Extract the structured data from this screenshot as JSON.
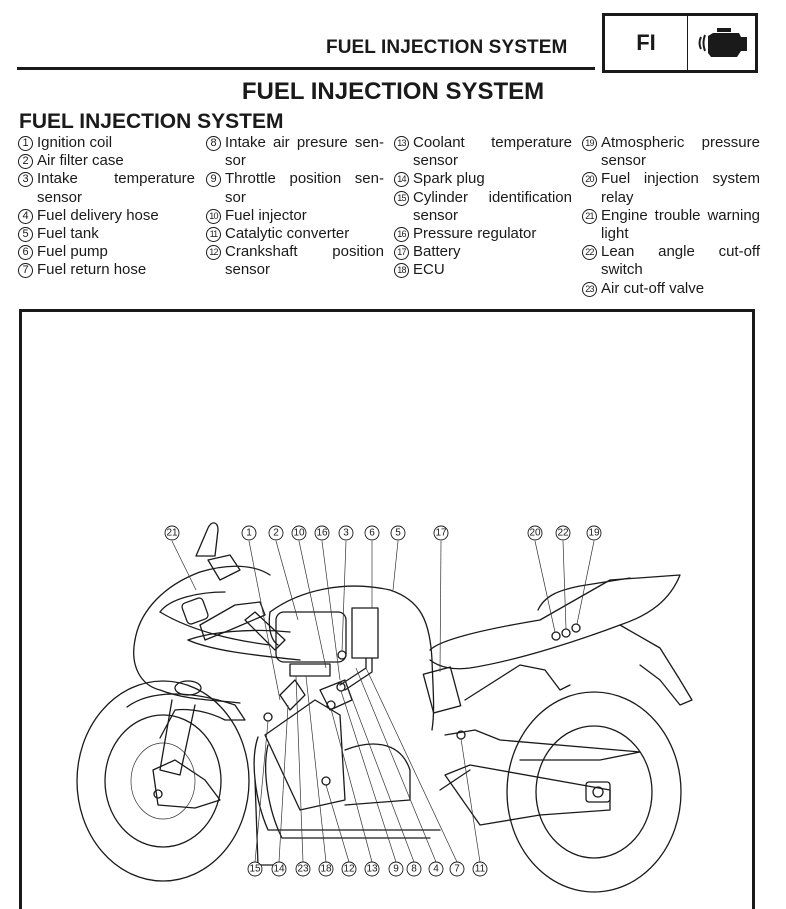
{
  "header": {
    "section_title": "FUEL INJECTION SYSTEM",
    "tab_label": "FI",
    "tab_icon": "engine-icon"
  },
  "page_title": "FUEL INJECTION SYSTEM",
  "section_heading": "FUEL INJECTION SYSTEM",
  "legend": [
    [
      {
        "num": "1",
        "label": "Ignition coil"
      },
      {
        "num": "2",
        "label": "Air filter case"
      },
      {
        "num": "3",
        "label": "Intake temperature sensor"
      },
      {
        "num": "4",
        "label": "Fuel delivery hose"
      },
      {
        "num": "5",
        "label": "Fuel tank"
      },
      {
        "num": "6",
        "label": "Fuel pump"
      },
      {
        "num": "7",
        "label": "Fuel return hose"
      }
    ],
    [
      {
        "num": "8",
        "label": "Intake air presure sen-sor"
      },
      {
        "num": "9",
        "label": "Throttle position sen-sor"
      },
      {
        "num": "10",
        "label": "Fuel injector"
      },
      {
        "num": "11",
        "label": "Catalytic converter"
      },
      {
        "num": "12",
        "label": "Crankshaft position sensor"
      }
    ],
    [
      {
        "num": "13",
        "label": "Coolant temperature sensor"
      },
      {
        "num": "14",
        "label": "Spark plug"
      },
      {
        "num": "15",
        "label": "Cylinder identification sensor"
      },
      {
        "num": "16",
        "label": "Pressure regulator"
      },
      {
        "num": "17",
        "label": "Battery"
      },
      {
        "num": "18",
        "label": "ECU"
      }
    ],
    [
      {
        "num": "19",
        "label": "Atmospheric pressure sensor"
      },
      {
        "num": "20",
        "label": "Fuel injection system relay"
      },
      {
        "num": "21",
        "label": "Engine trouble warning light"
      },
      {
        "num": "22",
        "label": "Lean angle cut-off switch"
      },
      {
        "num": "23",
        "label": "Air cut-off valve"
      }
    ]
  ],
  "diagram": {
    "subject": "motorcycle-side-view",
    "callouts_top": [
      "21",
      "1",
      "2",
      "10",
      "16",
      "3",
      "6",
      "5",
      "17",
      "20",
      "22",
      "19"
    ],
    "callouts_bottom": [
      "15",
      "14",
      "23",
      "18",
      "12",
      "13",
      "9",
      "8",
      "4",
      "7",
      "11"
    ]
  }
}
